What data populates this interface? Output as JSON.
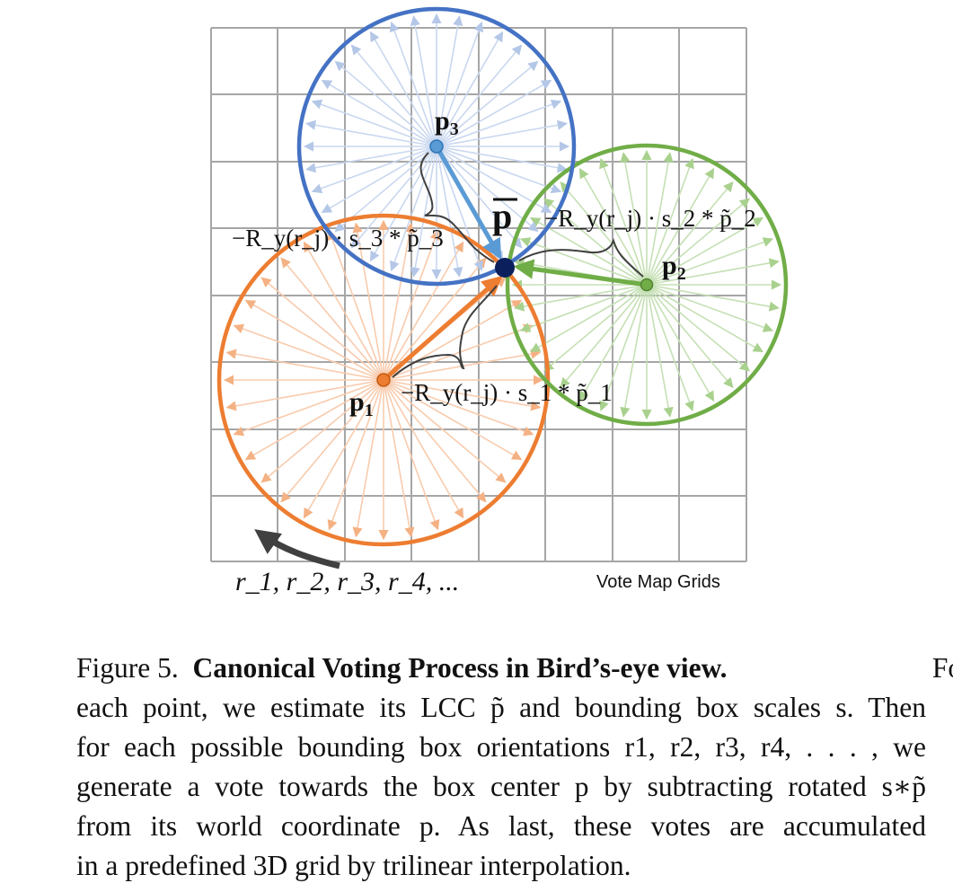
{
  "diagram": {
    "labels": {
      "p1": "p",
      "p1_sub": "1",
      "p2": "p",
      "p2_sub": "2",
      "p3": "p",
      "p3_sub": "3",
      "pbar": "p",
      "vote1": "−R_y(r_j) · s_1 * p̃_1",
      "vote2": "−R_y(r_j) · s_2 * p̃_2",
      "vote3": "−R_y(r_j) · s_3 * p̃_3",
      "rotation_sequence": "r_1, r_2, r_3, r_4, ...",
      "grid_label": "Vote Map Grids"
    },
    "colors": {
      "p1": "#ed7d31",
      "p2": "#70ad47",
      "p3": "#4472c4",
      "center": "#0b1f5c",
      "grid": "#a6a6a6",
      "brace": "#404040"
    }
  },
  "caption": {
    "figure_number": "Figure 5.",
    "title": "Canonical Voting Process in Bird’s-eye view.",
    "lines": [
      "For",
      "each point, we estimate its LCC p̃ and bounding box scales s. Then",
      "for each possible bounding box orientations r1, r2, r3, r4, . . . , we",
      "generate a vote towards the box center p by subtracting rotated s∗p̃",
      "from its world coordinate p. As last, these votes are accumulated",
      "in a predefined 3D grid by trilinear interpolation."
    ]
  }
}
